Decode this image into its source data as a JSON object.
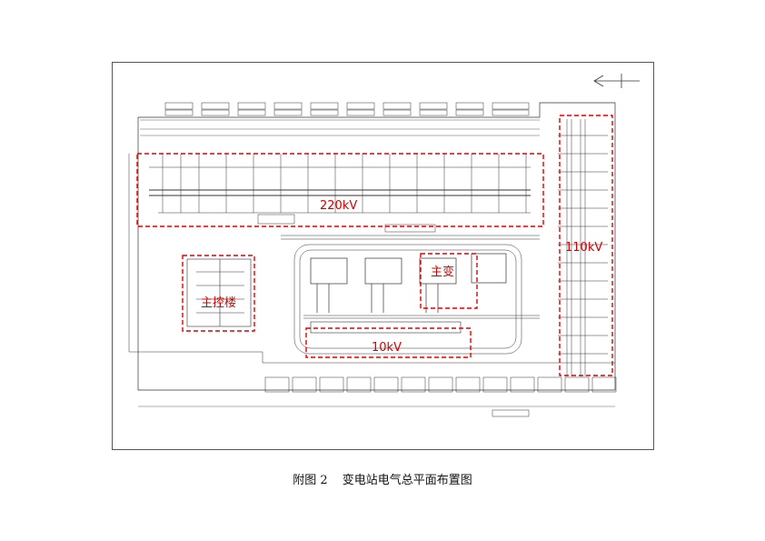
{
  "caption": {
    "figure_no": "附图 2",
    "title": "变电站电气总平面布置图"
  },
  "zones": {
    "kv220": "220kV",
    "kv110": "110kV",
    "kv10": "10kV",
    "main_transformer": "主变",
    "control_building": "主控楼"
  },
  "colors": {
    "zone_border": "#e00000",
    "line": "#333333"
  }
}
